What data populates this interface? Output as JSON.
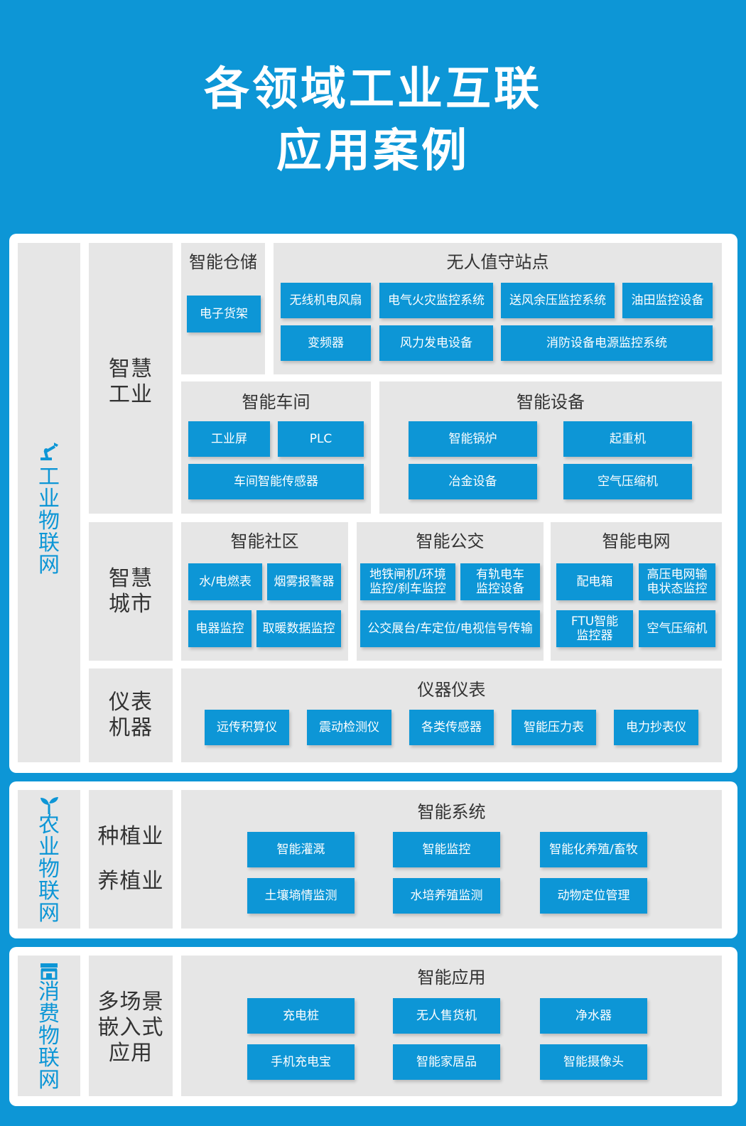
{
  "title": {
    "line1": "各领域工业互联",
    "line2": "应用案例"
  },
  "sections": {
    "industrial": {
      "label": "工业物联网",
      "icon": "robot-arm-icon",
      "smart_industry": {
        "label": "智慧\n工业",
        "warehouse": {
          "title": "智能仓储",
          "items": [
            "电子货架"
          ]
        },
        "unmanned": {
          "title": "无人值守站点",
          "items": [
            "无线机电风扇",
            "电气火灾监控系统",
            "送风余压监控系统",
            "油田监控设备",
            "变频器",
            "风力发电设备",
            "消防设备电源监控系统"
          ]
        },
        "workshop": {
          "title": "智能车间",
          "items": [
            "工业屏",
            "PLC",
            "车间智能传感器"
          ]
        },
        "equipment": {
          "title": "智能设备",
          "items": [
            "智能锅炉",
            "起重机",
            "冶金设备",
            "空气压缩机"
          ]
        }
      },
      "smart_city": {
        "label": "智慧\n城市",
        "community": {
          "title": "智能社区",
          "items": [
            "水/电燃表",
            "烟雾报警器",
            "电器监控",
            "取暖数据监控"
          ]
        },
        "transit": {
          "title": "智能公交",
          "items": [
            "地铁闸机/环境\n监控/刹车监控",
            "有轨电车\n监控设备",
            "公交展台/车定位/电视信号传输"
          ]
        },
        "grid": {
          "title": "智能电网",
          "items": [
            "配电箱",
            "高压电网输\n电状态监控",
            "FTU智能\n监控器",
            "空气压缩机"
          ]
        }
      },
      "instruments": {
        "label": "仪表\n机器",
        "panel": {
          "title": "仪器仪表",
          "items": [
            "远传积算仪",
            "震动检测仪",
            "各类传感器",
            "智能压力表",
            "电力抄表仪"
          ]
        }
      }
    },
    "agriculture": {
      "label": "农业物联网",
      "icon": "sprout-icon",
      "label_a": "种植业",
      "label_b": "养植业",
      "panel": {
        "title": "智能系统",
        "items": [
          "智能灌溉",
          "智能监控",
          "智能化养殖/畜牧",
          "土壤墒情监测",
          "水培养殖监测",
          "动物定位管理"
        ]
      }
    },
    "consumer": {
      "label": "消费物联网",
      "icon": "storefront-icon",
      "cat_label": "多场景\n嵌入式\n应用",
      "panel": {
        "title": "智能应用",
        "items": [
          "充电桩",
          "无人售货机",
          "净水器",
          "手机充电宝",
          "智能家居品",
          "智能摄像头"
        ]
      }
    }
  }
}
